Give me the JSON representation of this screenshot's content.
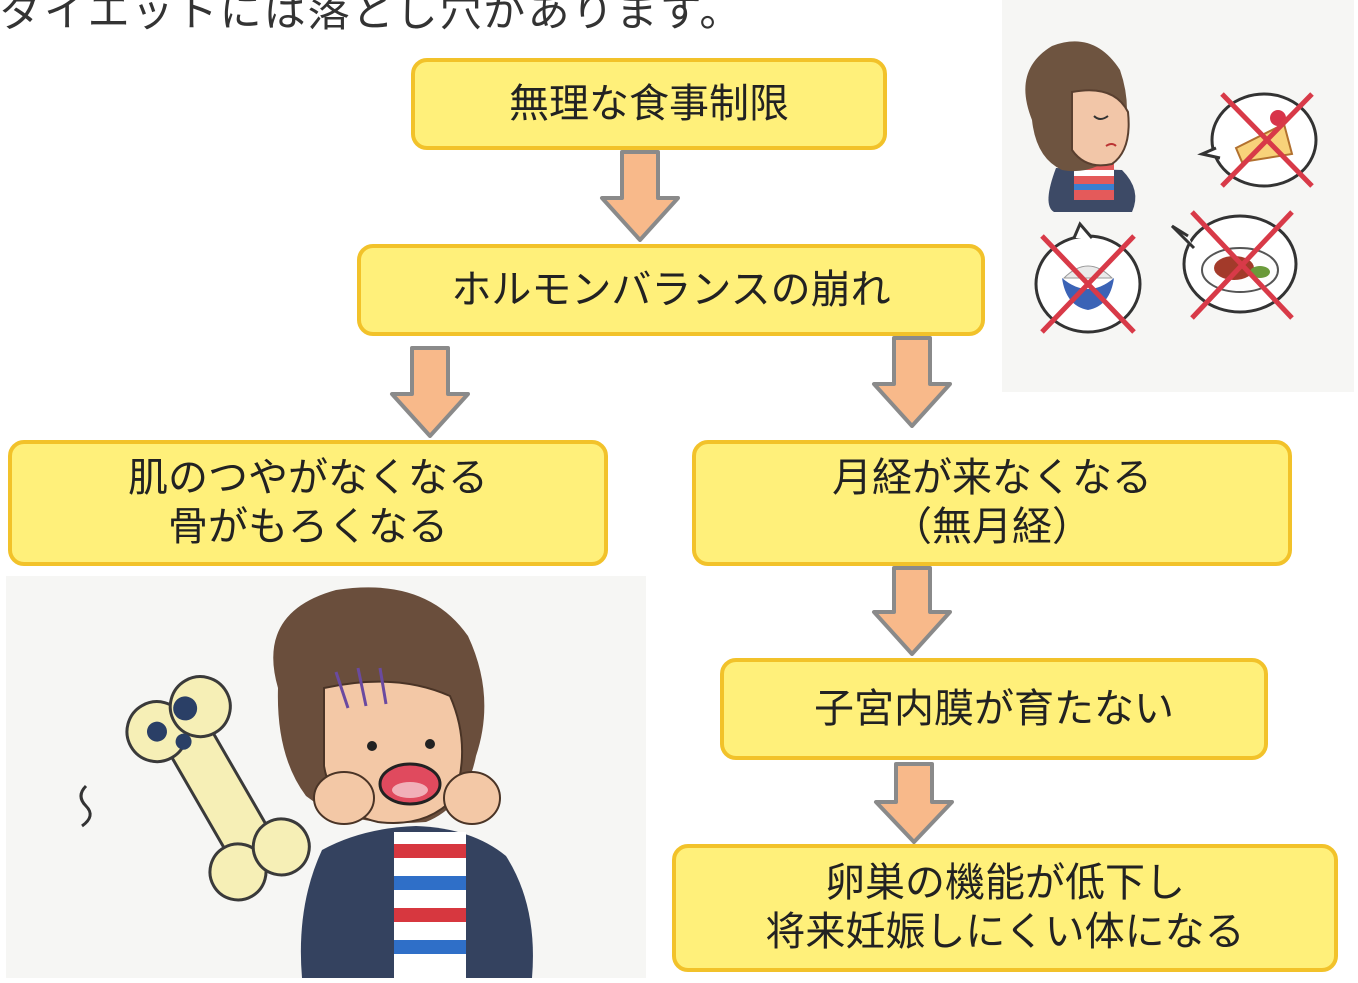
{
  "header_text": "ダイエットには落とし穴があります。",
  "flow": {
    "diet": "無理な食事制限",
    "hormone": "ホルモンバランスの崩れ",
    "skin_line1": "肌のつやがなくなる",
    "skin_line2": "骨がもろくなる",
    "menses_line1": "月経が来なくなる",
    "menses_line2": "（無月経）",
    "uterus": "子宮内膜が育たない",
    "ovary_line1": "卵巣の機能が低下し",
    "ovary_line2": "将来妊娠しにくい体になる"
  },
  "colors": {
    "box_fill": "#fff07a",
    "box_border": "#f2c22a",
    "arrow_fill": "#f8b98a",
    "arrow_stroke": "#8a8a8a"
  }
}
